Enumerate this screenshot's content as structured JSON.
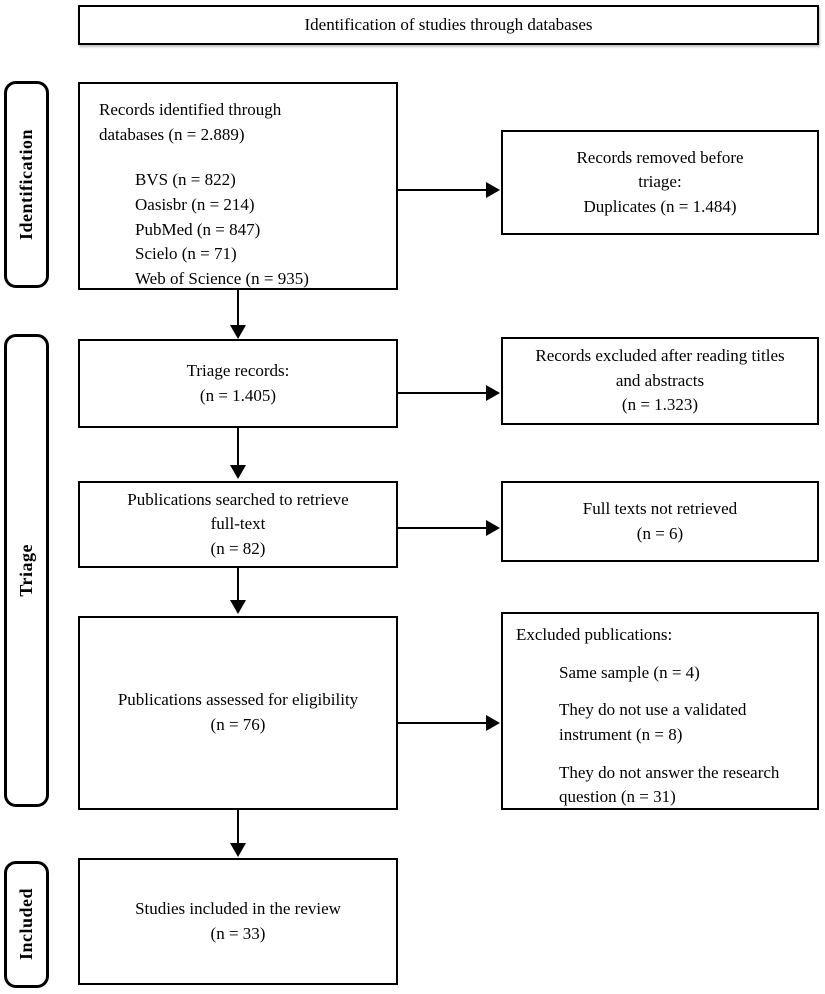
{
  "title": "Identification of studies through databases",
  "stages": {
    "identification": "Identification",
    "triage": "Triage",
    "included": "Included"
  },
  "flow": {
    "records_identified": {
      "line1": "Records identified through",
      "line2": "databases (n = 2.889)",
      "sources": [
        "BVS (n = 822)",
        "Oasisbr (n = 214)",
        "PubMed (n = 847)",
        "Scielo (n = 71)",
        "Web of Science (n = 935)"
      ]
    },
    "triage_records": {
      "line1": "Triage records:",
      "line2": "(n = 1.405)"
    },
    "publications_searched": {
      "line1": "Publications searched to retrieve",
      "line2": "full-text",
      "line3": "(n = 82)"
    },
    "publications_assessed": {
      "line1": "Publications assessed for eligibility",
      "line2": "(n = 76)"
    },
    "studies_included": {
      "line1": "Studies included in the review",
      "line2": "(n = 33)"
    }
  },
  "exclusions": {
    "records_removed": {
      "line1": "Records removed before",
      "line2": "triage:",
      "line3": "Duplicates (n = 1.484)"
    },
    "records_excluded": {
      "line1": "Records excluded after reading titles",
      "line2": "and abstracts",
      "line3": "(n = 1.323)"
    },
    "fulltext_not_retrieved": {
      "line1": "Full texts not retrieved",
      "line2": "(n = 6)"
    },
    "excluded_publications": {
      "heading": "Excluded publications:",
      "reasons": [
        "Same sample (n = 4)",
        "They do not use a validated instrument (n = 8)",
        "They do not answer the research question (n = 31)"
      ]
    }
  },
  "colors": {
    "border": "#000000",
    "background": "#ffffff",
    "text": "#000000"
  }
}
